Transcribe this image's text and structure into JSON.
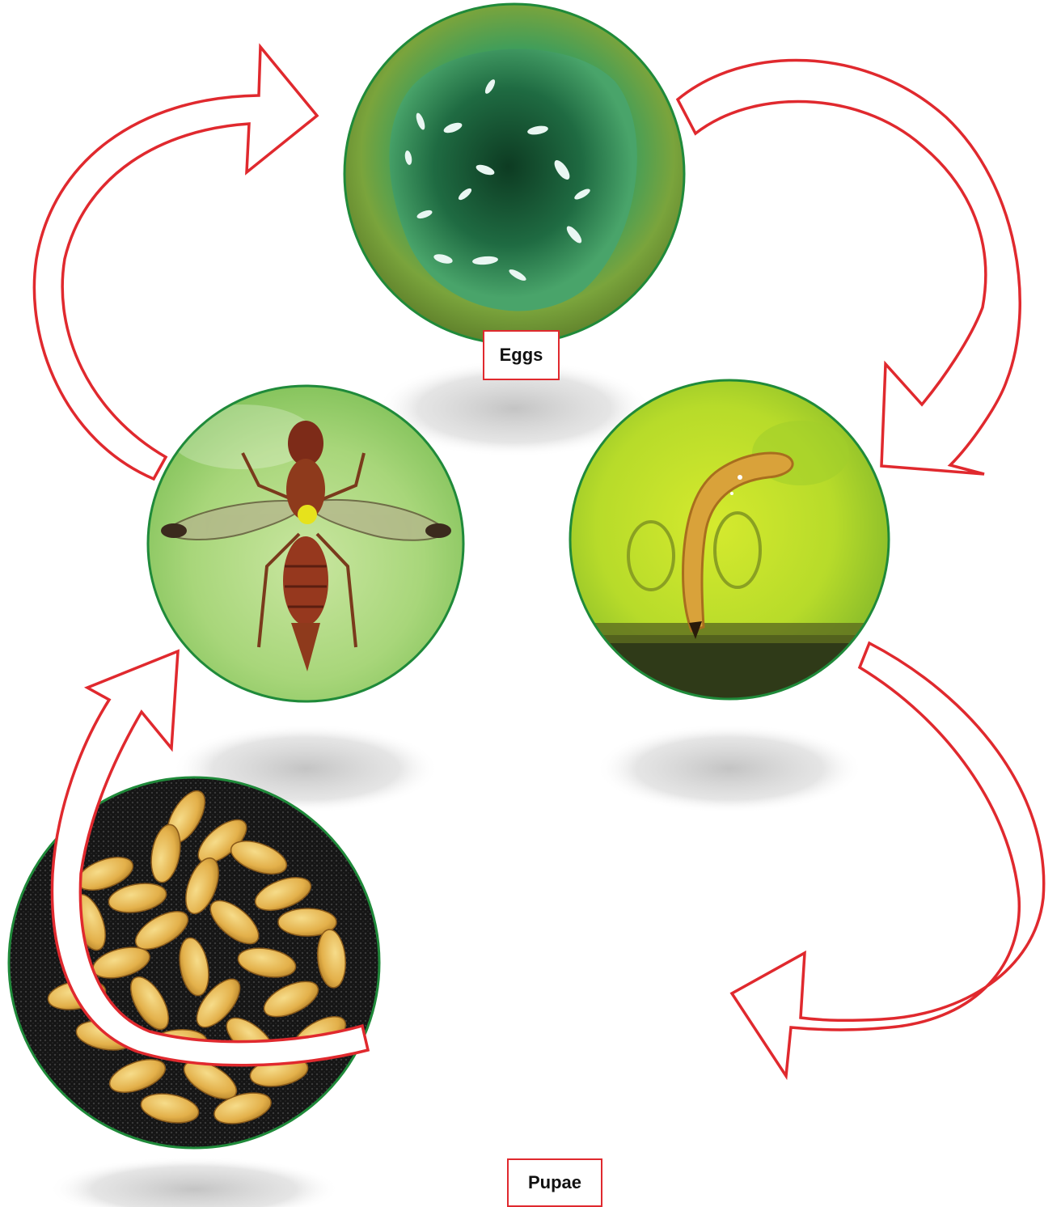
{
  "diagram": {
    "stages": [
      {
        "id": "eggs",
        "label": "Eggs"
      },
      {
        "id": "larva",
        "label": ""
      },
      {
        "id": "pupae",
        "label": "Pupae"
      },
      {
        "id": "adult",
        "label": ""
      }
    ],
    "cycle_order": [
      "eggs",
      "larva",
      "pupae",
      "adult"
    ],
    "arrow_color": "#e0292e",
    "frame_color": "#1f8a3a"
  }
}
